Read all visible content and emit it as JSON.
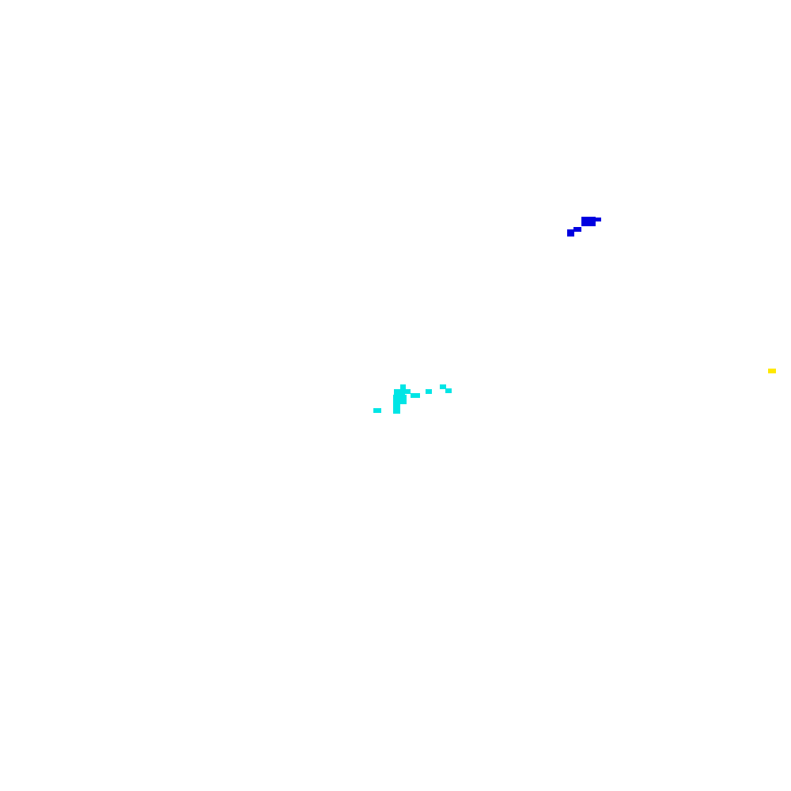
{
  "background": "#ffffff",
  "clusters": [
    {
      "name": "blue",
      "color": "#0000e0"
    },
    {
      "name": "cyan",
      "color": "#00e5e5"
    },
    {
      "name": "yellow",
      "color": "#ffe800"
    }
  ]
}
